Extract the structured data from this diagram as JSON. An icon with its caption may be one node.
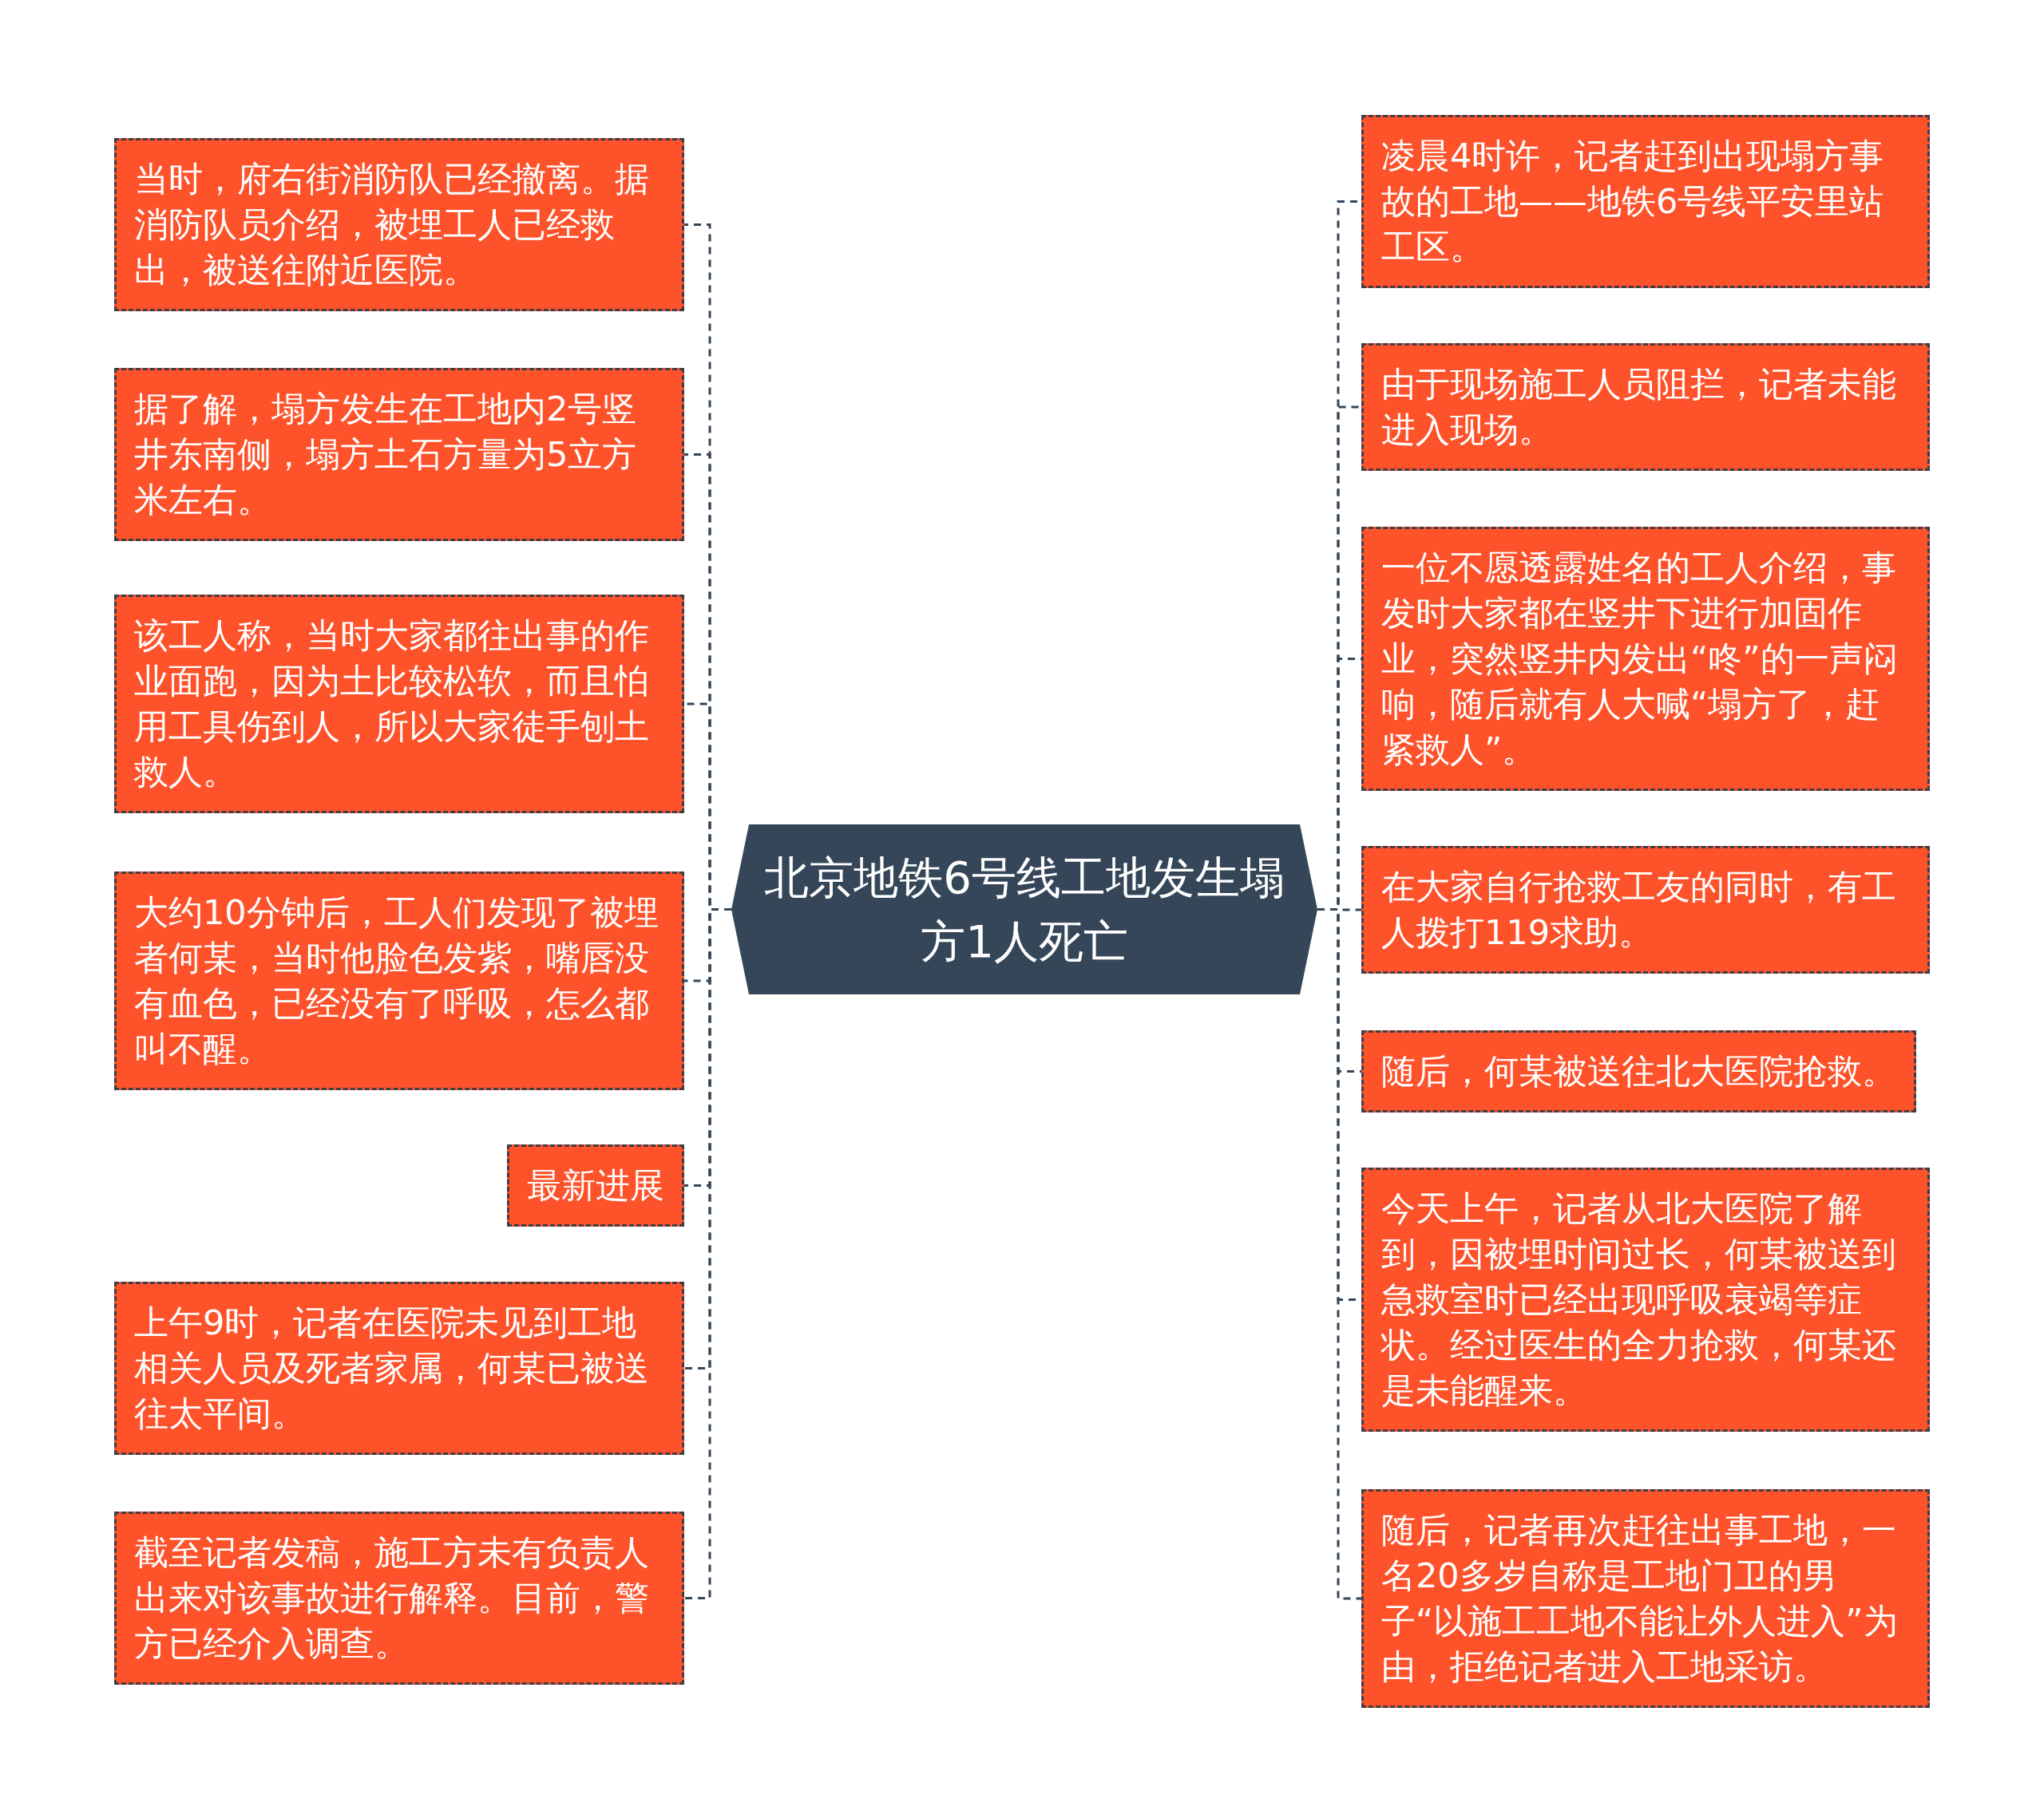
{
  "diagram": {
    "nodes": [
      {
        "text": [
          "北京地铁6号线工地发生塌方1人死亡"
        ]
      },
      {
        "text": [
          "当时，府右街消防队已经撤离。据消防队员介绍，被埋工人已经救出，被送往附近医院。"
        ]
      },
      {
        "text": [
          "据了解，塌方发生在工地内2号竖井东南侧，塌方土石方量为5立方米左右。"
        ]
      },
      {
        "text": [
          "该工人称，当时大家都往出事的作业面跑，因为土比较松软，而且怕用工具伤到人，所以大家徒手刨土救人。"
        ]
      },
      {
        "text": [
          "大约10分钟后，工人们发现了被埋者何某，当时他脸色发紫，嘴唇没有血色，已经没有了呼吸，怎么都叫不醒。"
        ]
      },
      {
        "text": [
          "最新进展"
        ]
      },
      {
        "text": [
          "上午9时，记者在医院未见到工地相关人员及死者家属，何某已被送往太平间。"
        ]
      },
      {
        "text": [
          "截至记者发稿，施工方未有负责人出来对该事故进行解释。目前，警方已经介入调查。"
        ]
      },
      {
        "text": [
          "凌晨4时许，记者赶到出现塌方事故的工地——地铁6号线平安里站工区。"
        ]
      },
      {
        "text": [
          "由于现场施工人员阻拦，记者未能进入现场。"
        ]
      },
      {
        "text": [
          "一位不愿透露姓名的工人介绍，事发时大家都在竖井下进行加固作业，突然竖井内发出“咚”的一声闷响，随后就有人大喊“塌方了，赶紧救人”。"
        ]
      },
      {
        "text": [
          "在大家自行抢救工友的同时，有工人拨打119求助。"
        ]
      },
      {
        "text": [
          "随后，何某被送往北大医院抢救。"
        ]
      },
      {
        "text": [
          "今天上午，记者从北大医院了解到，因被埋时间过长，何某被送到急救室时已经出现呼吸衰竭等症状。经过医生的全力抢救，何某还是未能醒来。"
        ]
      },
      {
        "text": [
          "随后，记者再次赶往出事工地，一名20多岁自称是工地门卫的男子“以施工工地不能让外人进入”为由，拒绝记者进入工地采访。"
        ]
      }
    ],
    "edges": [
      {
        "from": 0,
        "to": 1,
        "arrow": "none",
        "style": "dashed"
      },
      {
        "from": 0,
        "to": 2,
        "arrow": "none",
        "style": "dashed"
      },
      {
        "from": 0,
        "to": 3,
        "arrow": "none",
        "style": "dashed"
      },
      {
        "from": 0,
        "to": 4,
        "arrow": "none",
        "style": "dashed"
      },
      {
        "from": 0,
        "to": 5,
        "arrow": "none",
        "style": "dashed"
      },
      {
        "from": 0,
        "to": 6,
        "arrow": "none",
        "style": "dashed"
      },
      {
        "from": 0,
        "to": 7,
        "arrow": "none",
        "style": "dashed"
      },
      {
        "from": 0,
        "to": 8,
        "arrow": "none",
        "style": "dashed"
      },
      {
        "from": 0,
        "to": 9,
        "arrow": "none",
        "style": "dashed"
      },
      {
        "from": 0,
        "to": 10,
        "arrow": "none",
        "style": "dashed"
      },
      {
        "from": 0,
        "to": 11,
        "arrow": "none",
        "style": "dashed"
      },
      {
        "from": 0,
        "to": 12,
        "arrow": "none",
        "style": "dashed"
      },
      {
        "from": 0,
        "to": 13,
        "arrow": "none",
        "style": "dashed"
      },
      {
        "from": 0,
        "to": 14,
        "arrow": "none",
        "style": "dashed"
      }
    ]
  }
}
